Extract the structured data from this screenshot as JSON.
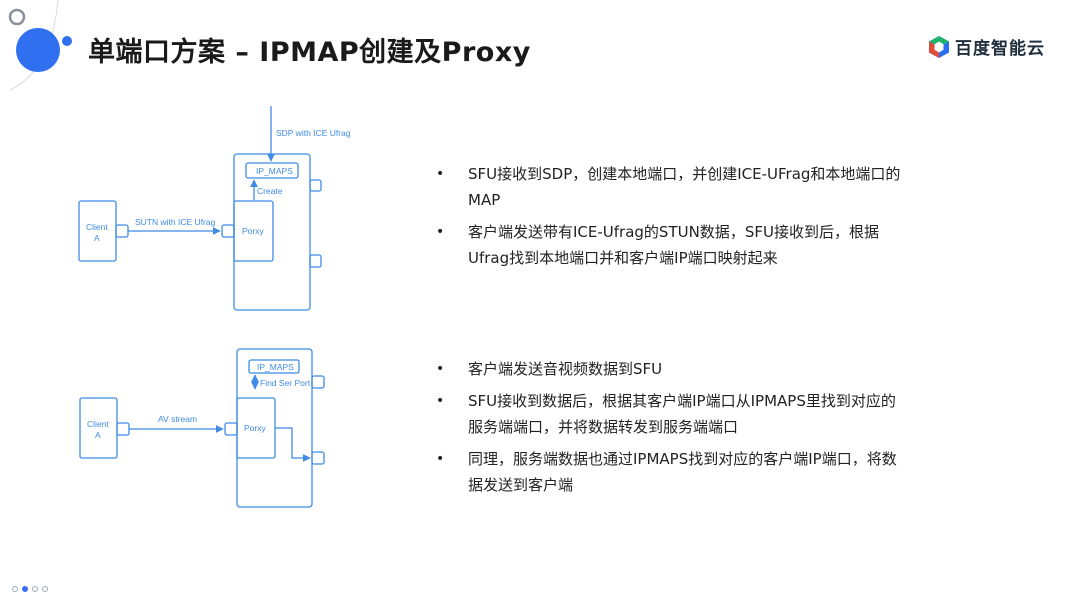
{
  "slide": {
    "title": "单端口方案 – IPMAP创建及Proxy",
    "logo_text": "百度智能云"
  },
  "diagram1": {
    "sdp_label": "SDP with ICE Ufrag",
    "ipmaps_label": "IP_MAPS",
    "create_label": "Create",
    "client_line1": "Client",
    "client_line2": "A",
    "stun_label": "SUTN with ICE Ufrag",
    "proxy_label": "Porxy"
  },
  "diagram2": {
    "ipmaps_label": "IP_MAPS",
    "find_label": "Find Ser Port",
    "client_line1": "Client",
    "client_line2": "A",
    "stream_label": "AV stream",
    "proxy_label": "Porxy"
  },
  "bullets1": [
    "SFU接收到SDP，创建本地端口，并创建ICE-UFrag和本地端口的MAP",
    "客户端发送带有ICE-Ufrag的STUN数据，SFU接收到后，根据Ufrag找到本地端口并和客户端IP端口映射起来"
  ],
  "bullets2": [
    "客户端发送音视频数据到SFU",
    "SFU接收到数据后，根据其客户端IP端口从IPMAPS里找到对应的服务端端口，并将数据转发到服务端端口",
    "同理，服务端数据也通过IPMAPS找到对应的客户端IP端口，将数据发送到客户端"
  ],
  "pager": {
    "total": 4,
    "active_index": 1
  },
  "colors": {
    "accent_blue": "#2f6ff0",
    "diagram_blue": "#3f8be6",
    "logo_green": "#21b36b",
    "logo_blue": "#2a6ff0"
  }
}
